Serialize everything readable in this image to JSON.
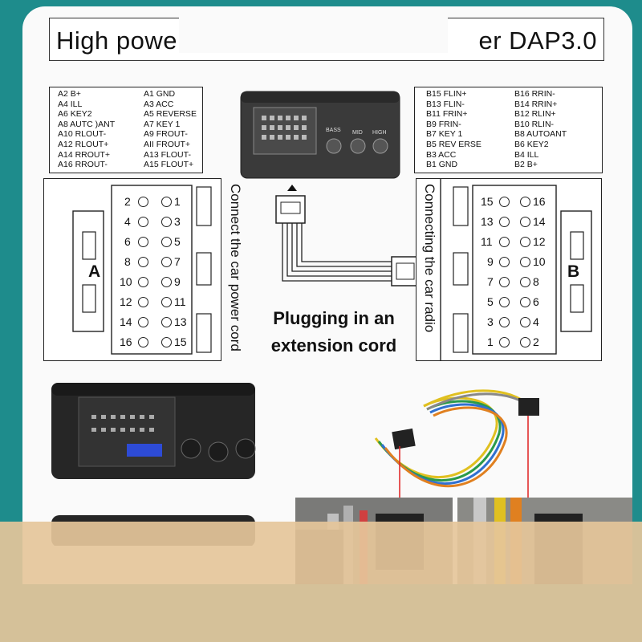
{
  "title": {
    "left": "High powe",
    "right": "er DAP3.0"
  },
  "connector_a": {
    "letter": "A",
    "side_text": "Connect the car power cord",
    "pins_left": [
      "A2  B+",
      "A4  ILL",
      "A6  KEY2",
      "A8  AUTC )ANT",
      "A10 RLOUT-",
      "A12 RLOUT+",
      "A14 RROUT+",
      "A16 RROUT-"
    ],
    "pins_right": [
      "A1  GND",
      "A3  ACC",
      "A5  REVERSE",
      "A7  KEY 1",
      "A9  FROUT-",
      "AII FROUT+",
      "A13 FLOUT-",
      "A15 FLOUT+"
    ],
    "numbers_left": [
      "2",
      "4",
      "6",
      "8",
      "10",
      "12",
      "14",
      "16"
    ],
    "numbers_right": [
      "1",
      "3",
      "5",
      "7",
      "9",
      "11",
      "13",
      "15"
    ]
  },
  "connector_b": {
    "letter": "B",
    "side_text": "Connecting the car radio",
    "pins_left": [
      "B15 FLIN+",
      "B13 FLIN-",
      "B11 FRIN+",
      "B9  FRIN-",
      "B7  KEY 1",
      "B5  REV ERSE",
      "B3  ACC",
      "B1  GND"
    ],
    "pins_right": [
      "B16 RRIN-",
      "B14 RRIN+",
      "B12 RLIN+",
      "B10 RLIN-",
      "B8  AUTOANT",
      "B6  KEY2",
      "B4  ILL",
      "B2  B+"
    ],
    "numbers_left": [
      "15",
      "13",
      "11",
      "9",
      "7",
      "5",
      "3",
      "1"
    ],
    "numbers_right": [
      "16",
      "14",
      "12",
      "10",
      "8",
      "6",
      "4",
      "2"
    ]
  },
  "device_knobs": [
    "BASS",
    "MID",
    "HIGH"
  ],
  "caption": {
    "line1": "Plugging in an",
    "line2": "extension cord"
  },
  "colors": {
    "background": "#1e8c8c",
    "sheet": "#fafafa",
    "device": "#2b2b2b",
    "band": "#e5c69a",
    "fuse": "#2d4bd6"
  }
}
